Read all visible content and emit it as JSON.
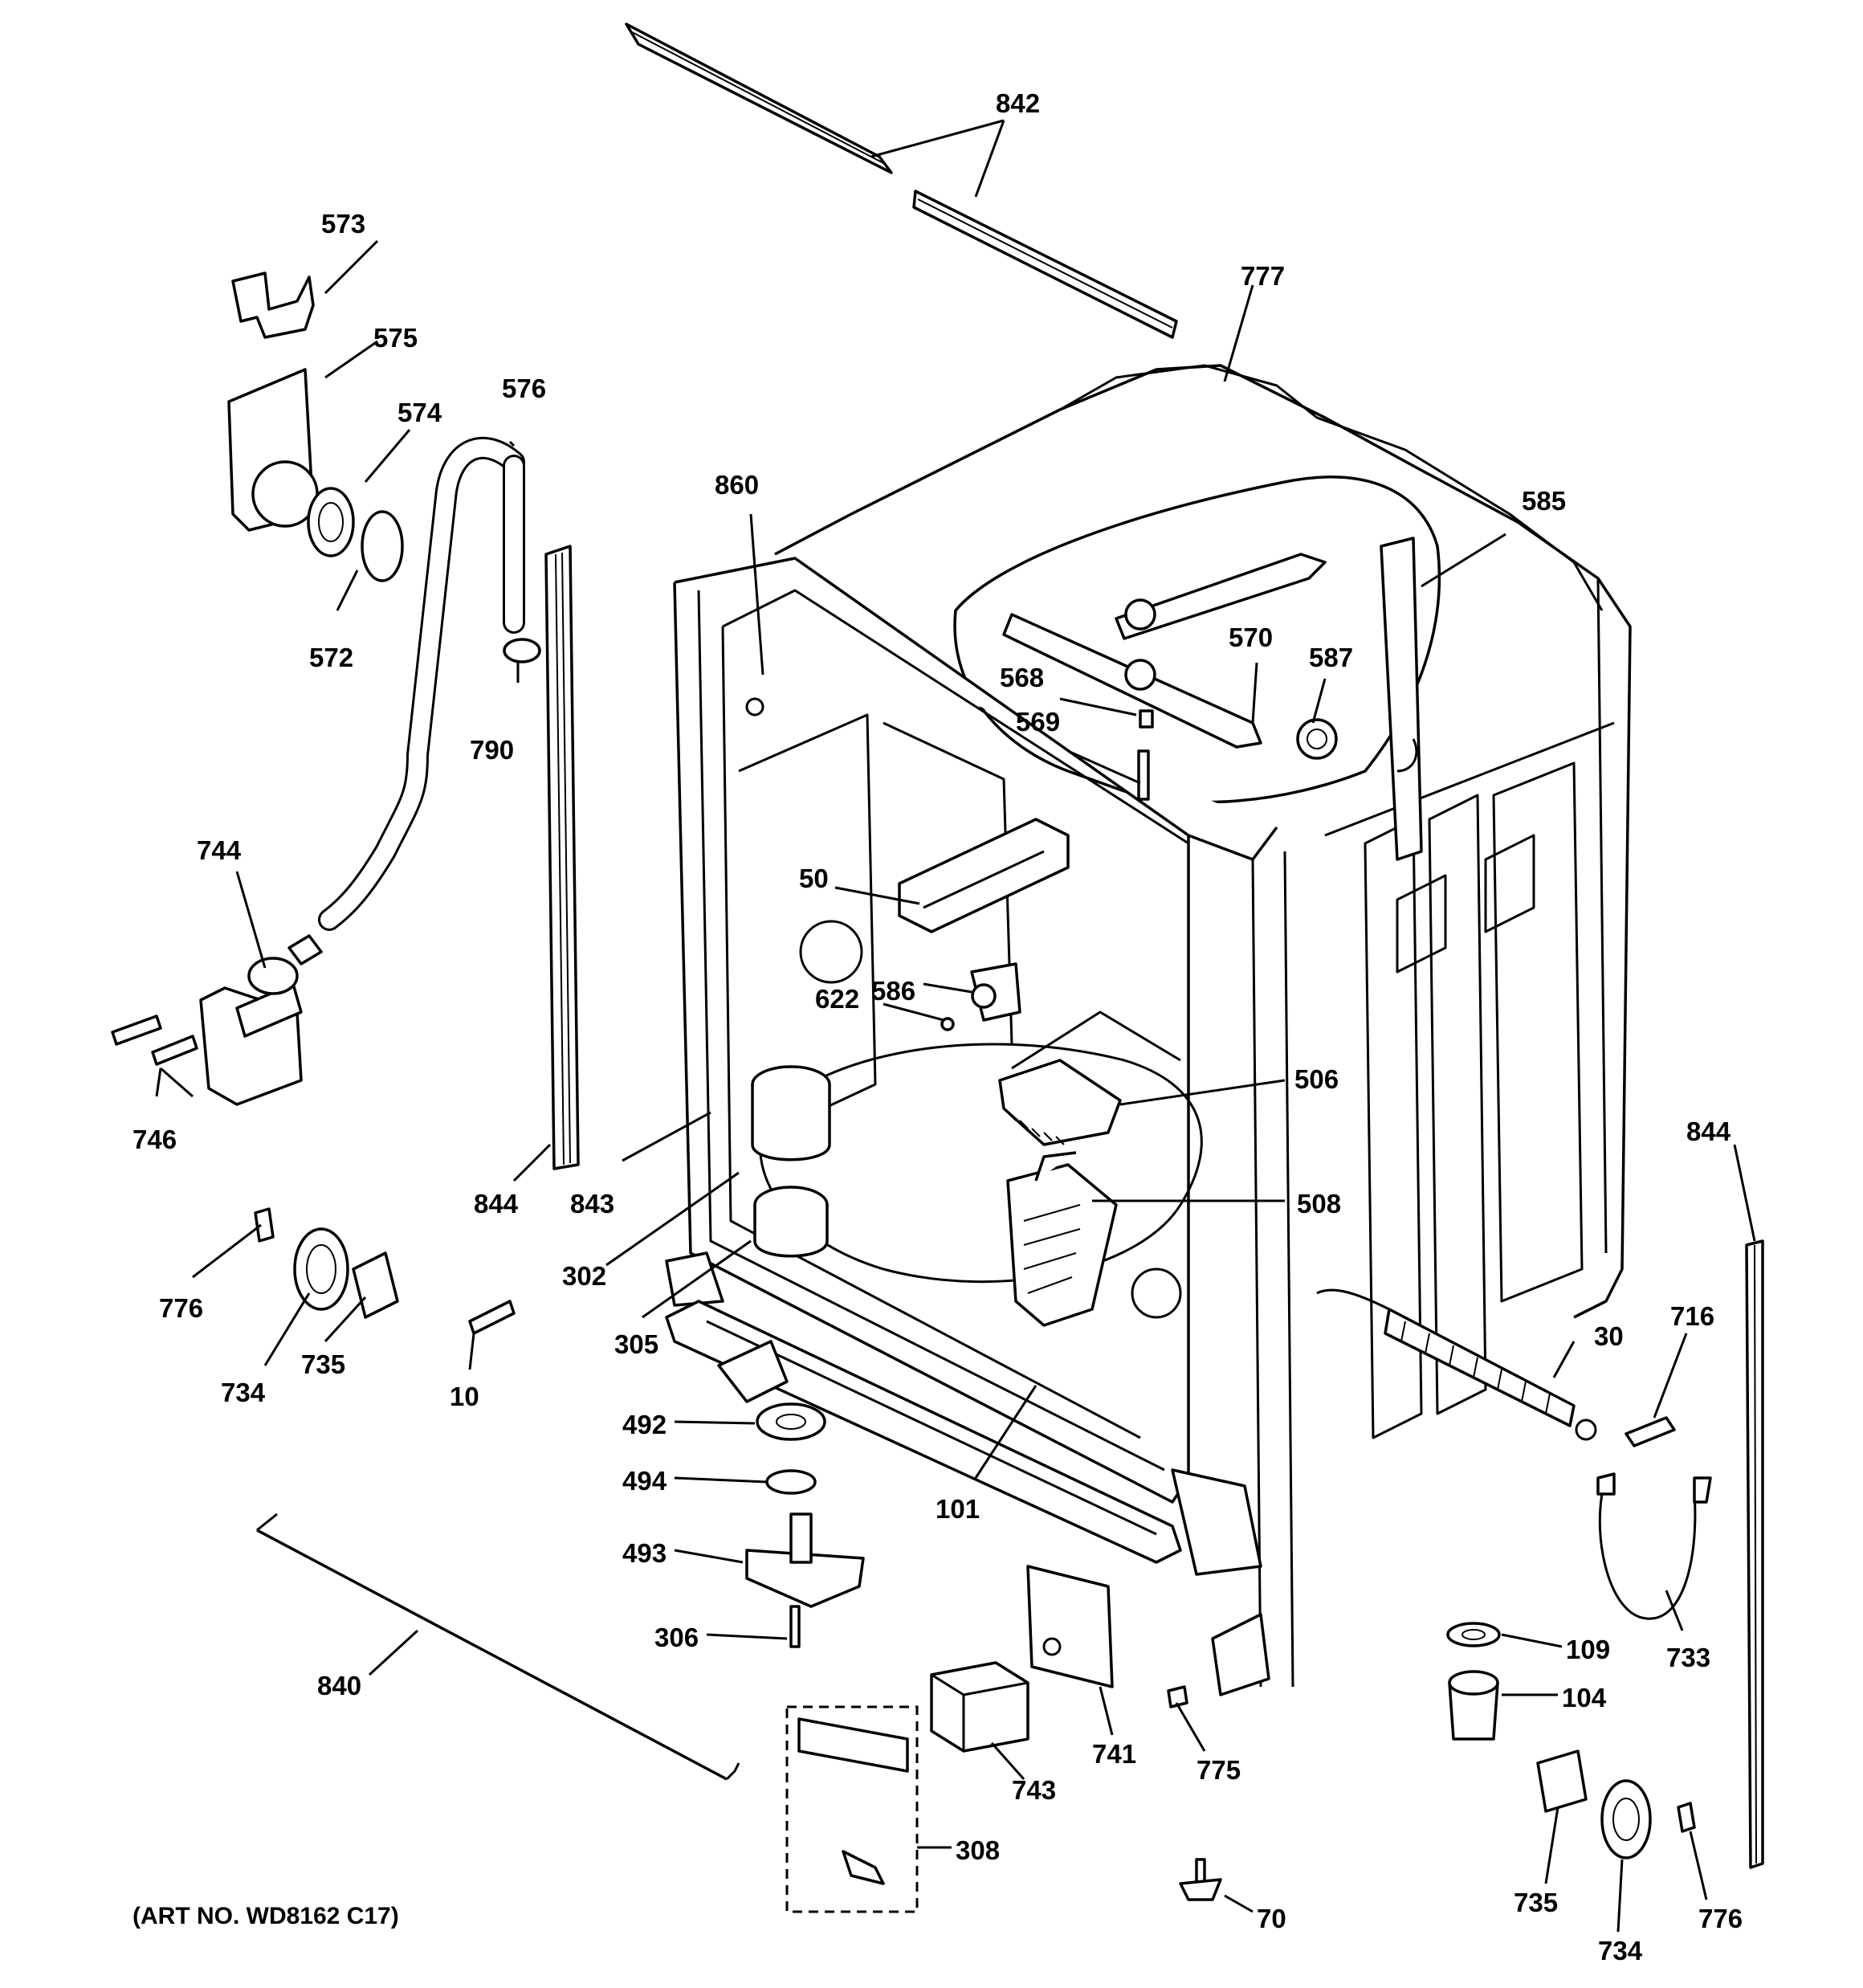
{
  "art_number": "(ART NO. WD8162 C17)",
  "callouts": {
    "p842": "842",
    "p573": "573",
    "p575": "575",
    "p574": "574",
    "p576": "576",
    "p572": "572",
    "p790": "790",
    "p777": "777",
    "p860": "860",
    "p585": "585",
    "p570": "570",
    "p568": "568",
    "p587": "587",
    "p569": "569",
    "p744": "744",
    "p746": "746",
    "p50": "50",
    "p586": "586",
    "p622": "622",
    "p506": "506",
    "p844_left": "844",
    "p843": "843",
    "p508": "508",
    "p844_right": "844",
    "p302": "302",
    "p776_left": "776",
    "p734_left": "734",
    "p735_left": "735",
    "p305": "305",
    "p10": "10",
    "p30": "30",
    "p716": "716",
    "p492": "492",
    "p494": "494",
    "p101": "101",
    "p493": "493",
    "p733": "733",
    "p306": "306",
    "p109": "109",
    "p840": "840",
    "p104": "104",
    "p741": "741",
    "p775": "775",
    "p743": "743",
    "p308": "308",
    "p735_right": "735",
    "p70": "70",
    "p776_right": "776",
    "p734_right": "734"
  }
}
